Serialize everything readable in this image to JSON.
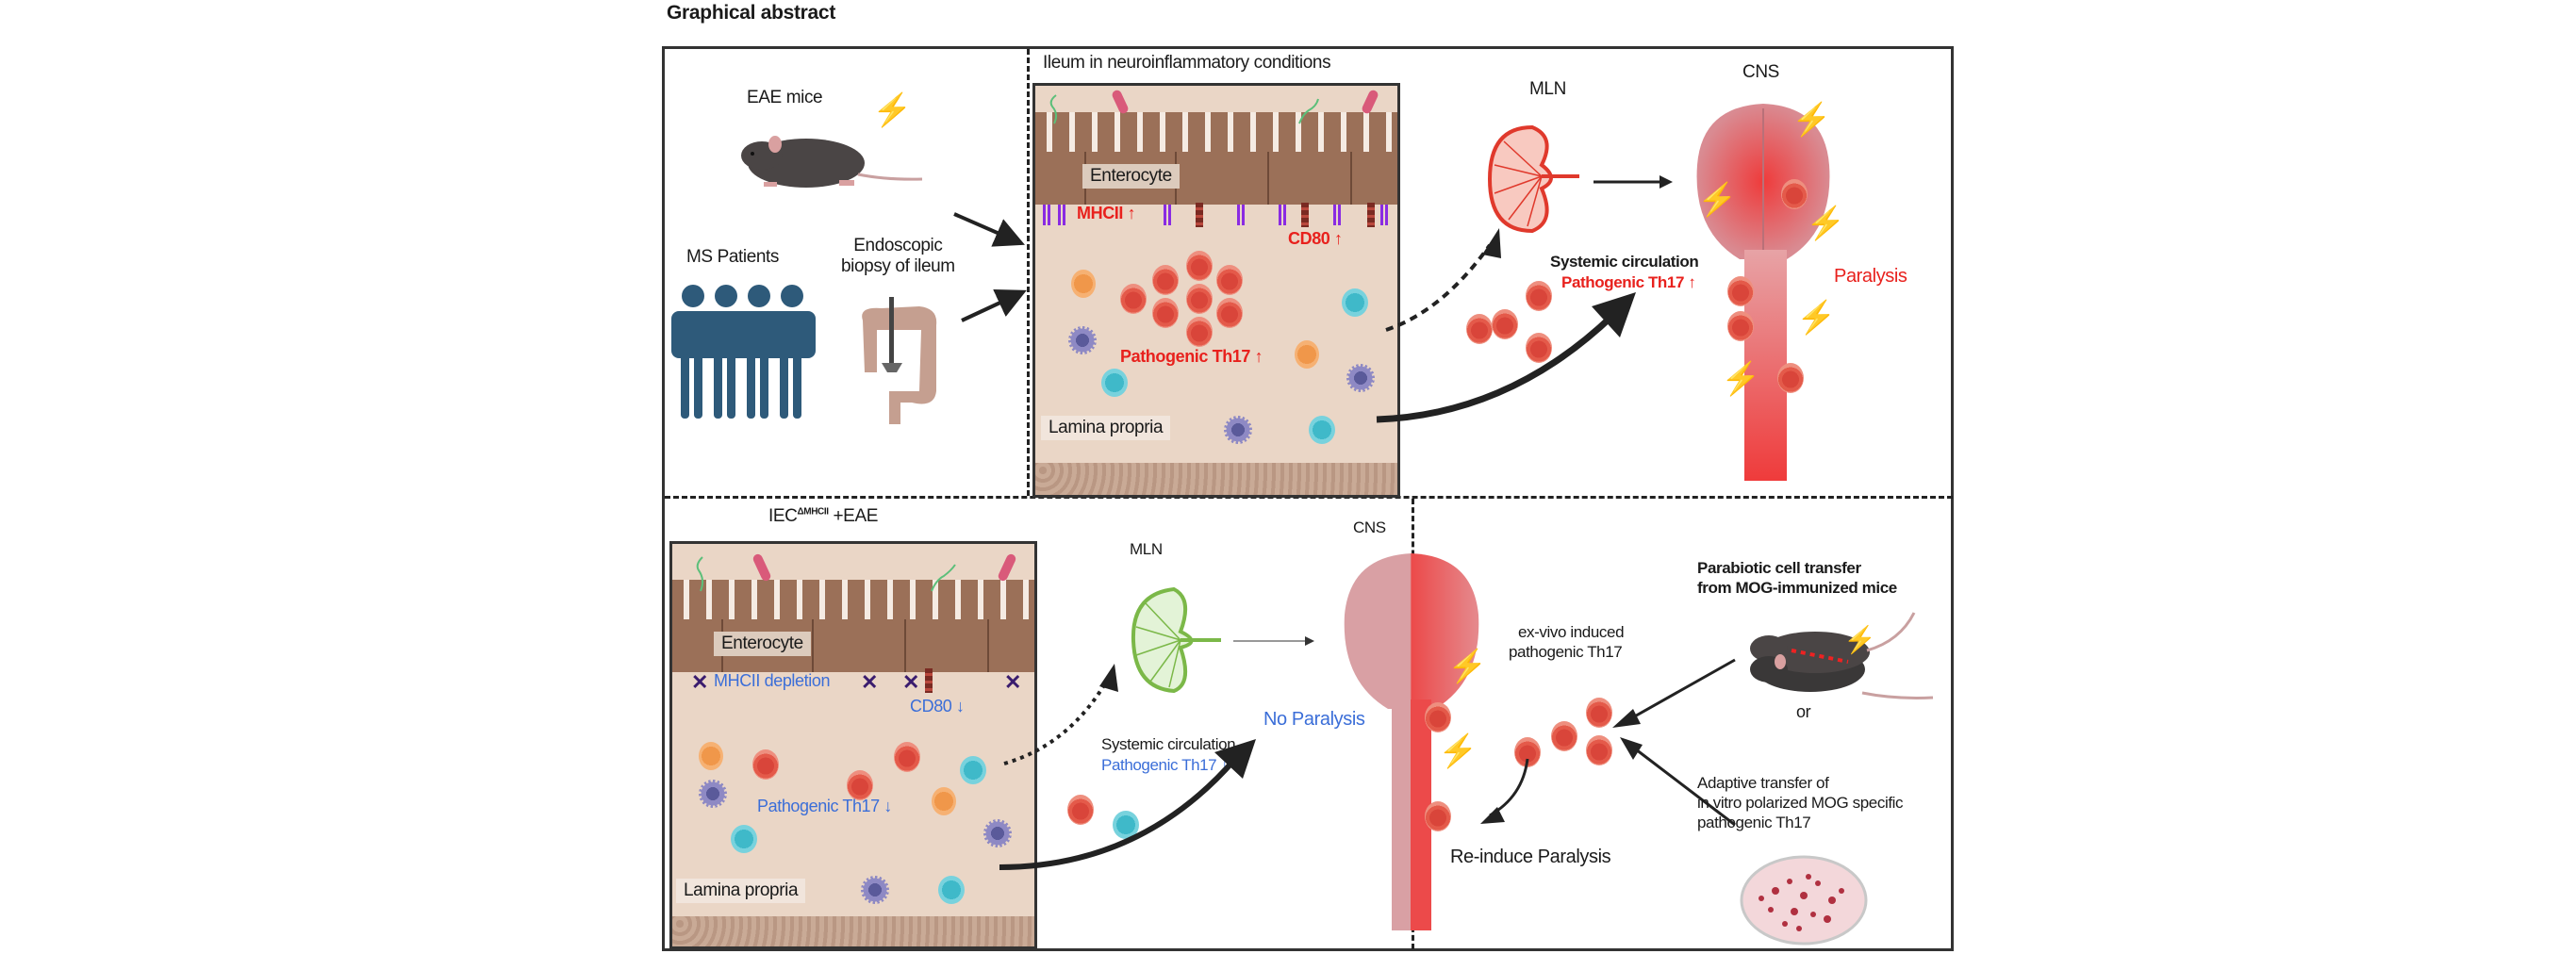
{
  "figure": {
    "title": "Graphical abstract"
  },
  "top_left": {
    "eae_mice_label": "EAE mice",
    "ms_patients_label": "MS Patients",
    "biopsy_label_line1": "Endoscopic",
    "biopsy_label_line2": "biopsy of ileum"
  },
  "top_ileum": {
    "heading": "Ileum in neuroinflammatory conditions",
    "enterocyte_label": "Enterocyte",
    "mhcii_label": "MHCII ↑",
    "cd80_label": "CD80 ↑",
    "th17_label": "Pathogenic Th17 ↑",
    "lamina_label": "Lamina propria"
  },
  "top_right": {
    "mln_label": "MLN",
    "cns_label": "CNS",
    "circulation_label": "Systemic circulation",
    "th17_label": "Pathogenic Th17 ↑",
    "paralysis_label": "Paralysis"
  },
  "bottom_left": {
    "heading_main": "IEC",
    "heading_sup": "ΔMHCII",
    "heading_suffix": " +EAE",
    "enterocyte_label": "Enterocyte",
    "mhcii_label": "MHCII depletion",
    "cd80_label": "CD80 ↓",
    "th17_label": "Pathogenic Th17 ↓",
    "lamina_label": "Lamina propria",
    "mln_label": "MLN",
    "cns_label": "CNS",
    "circulation_label": "Systemic circulation",
    "circ_th17_label": "Pathogenic Th17 ↓",
    "no_paralysis_label": "No Paralysis"
  },
  "bottom_right": {
    "parabiotic_line1": "Parabiotic cell transfer",
    "parabiotic_line2": "from MOG-immunized mice",
    "exvivo_line1": "ex-vivo induced",
    "exvivo_line2": "pathogenic Th17",
    "or_label": "or",
    "adaptive_line1": "Adaptive transfer of",
    "adaptive_line2": "in vitro polarized MOG specific",
    "adaptive_line3": "pathogenic Th17",
    "reinduce_label": "Re-induce Paralysis"
  },
  "colors": {
    "increase_red": "#e8211d",
    "decrease_blue": "#3b6ed8",
    "patients_blue": "#2e5a7a",
    "bolt_orange": "#f5a623",
    "th17_red": "#e45a4a",
    "mhcii_purple": "#8a2be2"
  }
}
